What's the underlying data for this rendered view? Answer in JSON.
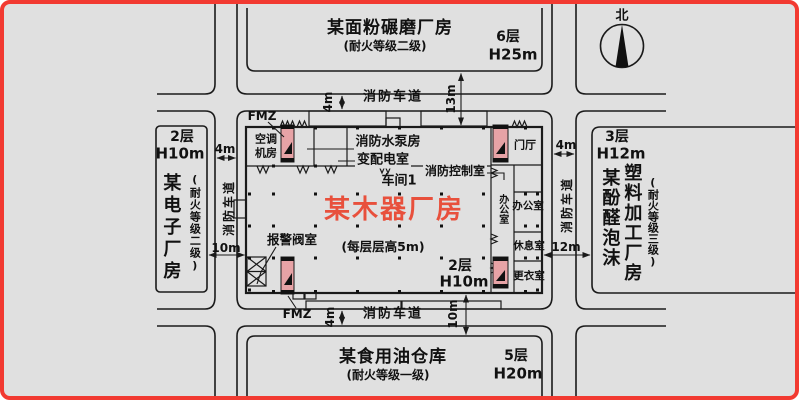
{
  "frame": {
    "border_color": "#f23a31",
    "background": "#e0e0e0",
    "line_color": "#1a1a1a"
  },
  "compass": {
    "north_label": "北"
  },
  "buildings": {
    "top": {
      "name": "某面粉碾磨厂房",
      "fire_rating": "(耐火等级二级)",
      "floors": "6层",
      "height": "H25m"
    },
    "left": {
      "name": "某电子厂房",
      "fire_rating": "(耐火等级二级)",
      "floors": "2层",
      "height": "H10m"
    },
    "right": {
      "name_col1": "某酚醛泡沫",
      "name_col2": "塑料加工厂房",
      "fire_rating": "(耐火等级三级)",
      "floors": "3层",
      "height": "H12m"
    },
    "bottom": {
      "name": "某食用油仓库",
      "fire_rating": "(耐火等级一级)",
      "floors": "5层",
      "height": "H20m"
    },
    "center": {
      "name": "某木器厂房",
      "name_color": "#e8503c",
      "floor_note": "(每层层高5m)",
      "floors": "2层",
      "height": "H10m",
      "workshop_label": "车间1"
    }
  },
  "rooms": {
    "hvac": "空调机房",
    "fire_pump": "消防水泵房",
    "power_dist": "变配电室",
    "fire_control": "消防控制室",
    "lobby": "门厅",
    "office_vertical": "办公室",
    "office": "办公室",
    "rest_room": "休息室",
    "locker_room": "更衣室",
    "alarm_valve": "报警阀室"
  },
  "fire_shutters": {
    "top_label": "FMZ",
    "bottom_label": "FMZ"
  },
  "roads": {
    "top": "消防车道",
    "bottom": "消防车道",
    "left": "消防车道",
    "right": "消防车道"
  },
  "dimensions": {
    "top_road_width": "4m",
    "top_separation": "13m",
    "right_road_width": "4m",
    "right_separation": "12m",
    "left_road_width": "4m",
    "left_separation": "10m",
    "bottom_road_width": "4m",
    "bottom_separation": "10m"
  }
}
